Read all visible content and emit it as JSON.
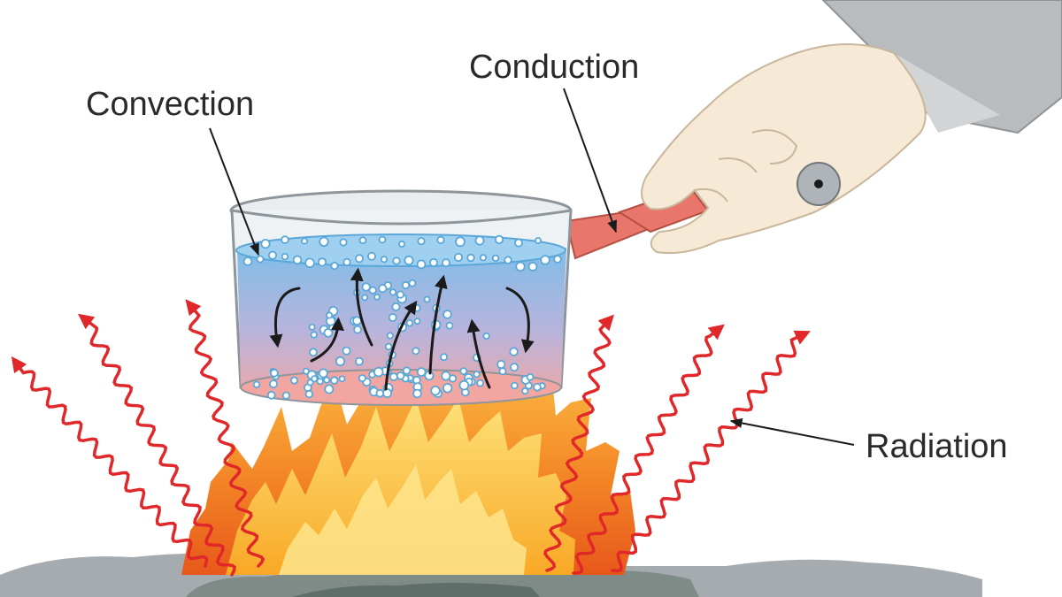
{
  "labels": {
    "convection": "Convection",
    "conduction": "Conduction",
    "radiation": "Radiation"
  },
  "colors": {
    "radiation_wave": "#e0282a",
    "water_top": "#7fbde8",
    "water_bottom": "#f1a6a2",
    "handle": "#e8766a",
    "flame_outer": "#f07a1e",
    "flame_inner": "#fbc02d",
    "ground": "#9aa0a6",
    "hand": "#f6e9d6",
    "sleeve": "#b9bcbf"
  },
  "icons": {
    "pot": "saucepan-icon",
    "hand": "hand-icon",
    "fire": "flame-icon"
  }
}
